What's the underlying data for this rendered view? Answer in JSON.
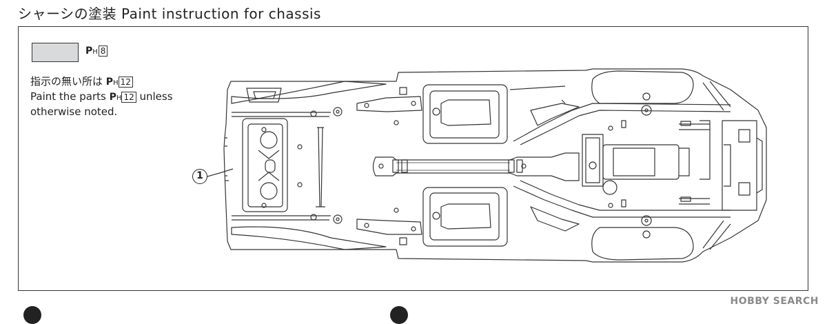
{
  "header": {
    "title": "シャーシの塗装 Paint instruction for chassis"
  },
  "legend": {
    "swatch_color": "#d8dadb",
    "code_prefix": "P",
    "code_sub": "H",
    "code_number": "8"
  },
  "note": {
    "line1_text": "指示の無い所は",
    "line1_code_prefix": "P",
    "line1_code_sub": "H",
    "line1_code_number": "12",
    "line2_text_a": "Paint the parts",
    "line2_code_prefix": "P",
    "line2_code_sub": "H",
    "line2_code_number": "12",
    "line2_text_b": "unless",
    "line3_text": "otherwise noted."
  },
  "callout": {
    "number": "1"
  },
  "watermark": {
    "text": "HOBBY SEARCH"
  }
}
